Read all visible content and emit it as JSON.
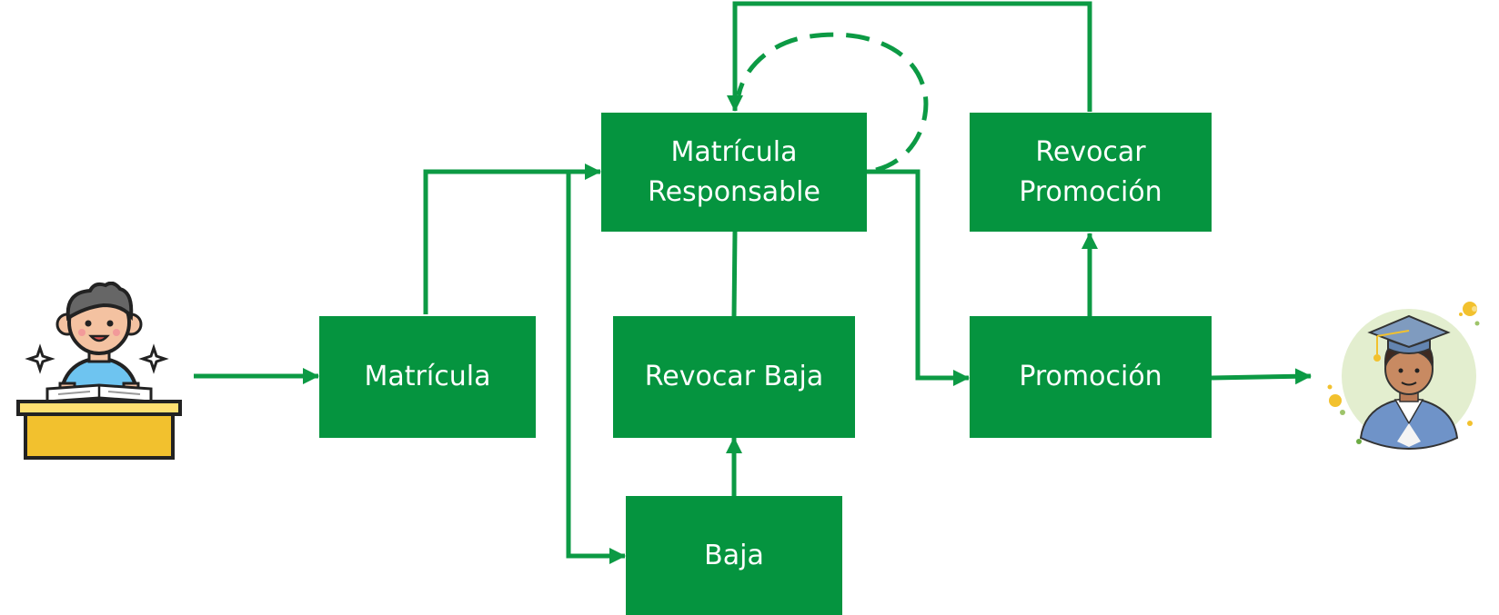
{
  "diagram": {
    "colors": {
      "box": "#05943f",
      "box_text": "#ffffff",
      "arrow": "#0c9a44"
    },
    "nodes": {
      "matricula": {
        "label": "Matrícula"
      },
      "matricula_responsable": {
        "line1": "Matrícula",
        "line2": "Responsable"
      },
      "revocar_baja": {
        "label": "Revocar Baja"
      },
      "baja": {
        "label": "Baja"
      },
      "revocar_promocion": {
        "line1": "Revocar",
        "line2": "Promoción"
      },
      "promocion": {
        "label": "Promoción"
      }
    },
    "icons": {
      "start": "student-studying-icon",
      "end": "graduate-icon"
    }
  }
}
